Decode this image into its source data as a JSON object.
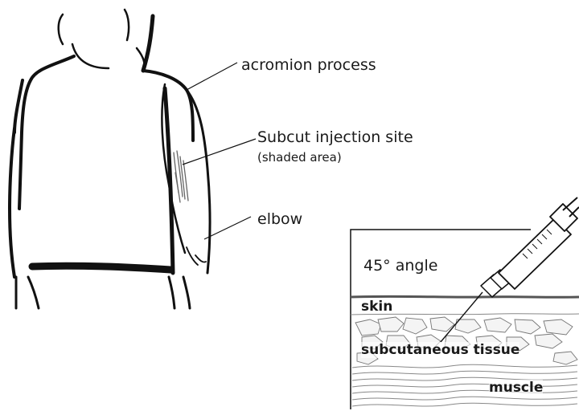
{
  "labels": {
    "acromion": "acromion process",
    "subcut_site": "Subcut injection site",
    "shaded_area": "(shaded area)",
    "elbow": "elbow"
  },
  "inset": {
    "angle": "45° angle",
    "skin": "skin",
    "subcutaneous": "subcutaneous tissue",
    "muscle": "muscle"
  }
}
